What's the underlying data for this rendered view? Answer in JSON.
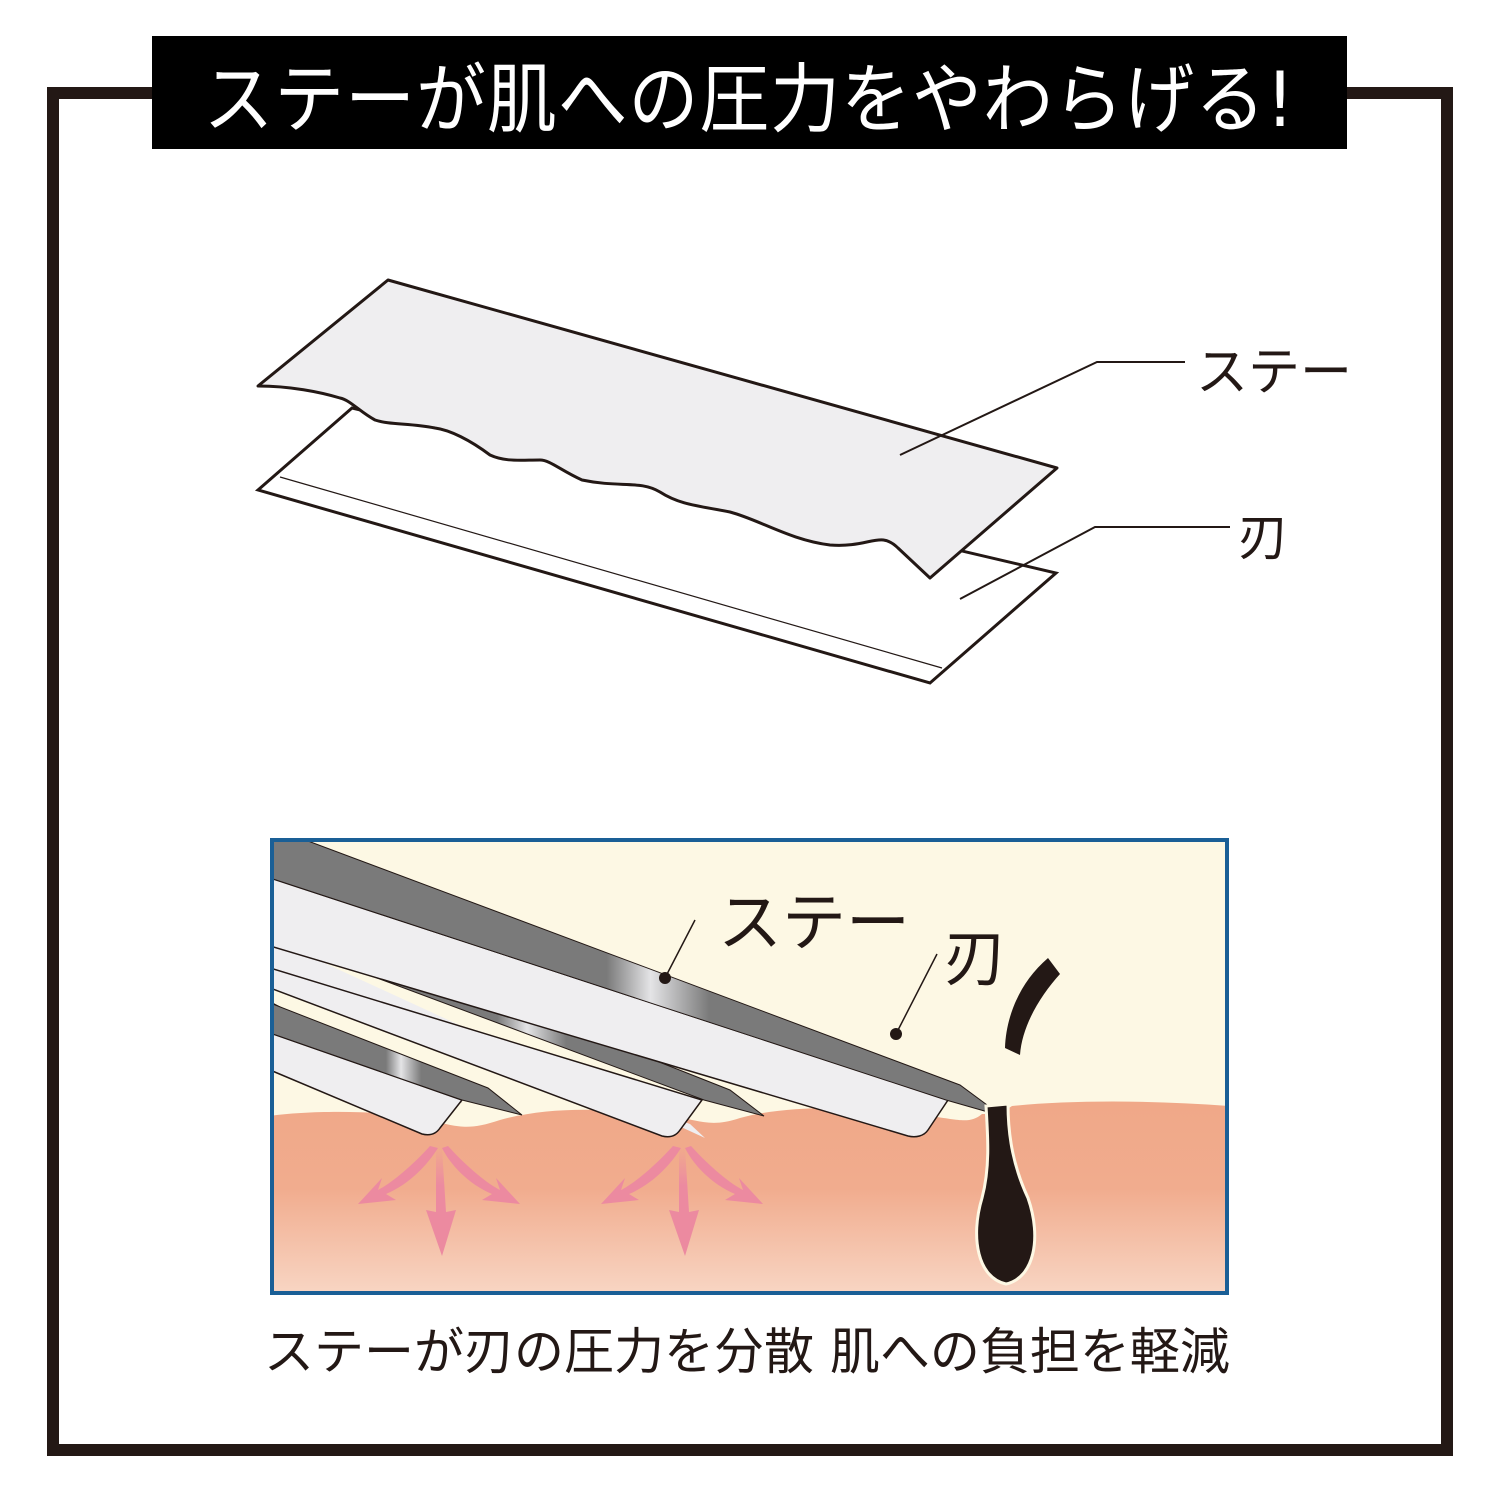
{
  "title": "ステーが肌への圧力をやわらげる!",
  "top_diagram": {
    "labels": {
      "stay": "ステー",
      "blade": "刃"
    }
  },
  "illustration": {
    "labels": {
      "stay": "ステー",
      "blade": "刃"
    }
  },
  "caption": "ステーが刃の圧力を分散  肌への負担を軽減",
  "colors": {
    "frame": "#231815",
    "title_bg": "#000000",
    "title_text": "#ffffff",
    "stay_fill": "#efeef0",
    "blade_grey": "#7a7a7a",
    "illus_bg": "#fdf8e4",
    "illus_border": "#1a5f96",
    "skin_top": "#f0a888",
    "skin_bottom": "#f8d4c0",
    "arrow_pink": "#ec8aa0",
    "hair": "#231815"
  }
}
